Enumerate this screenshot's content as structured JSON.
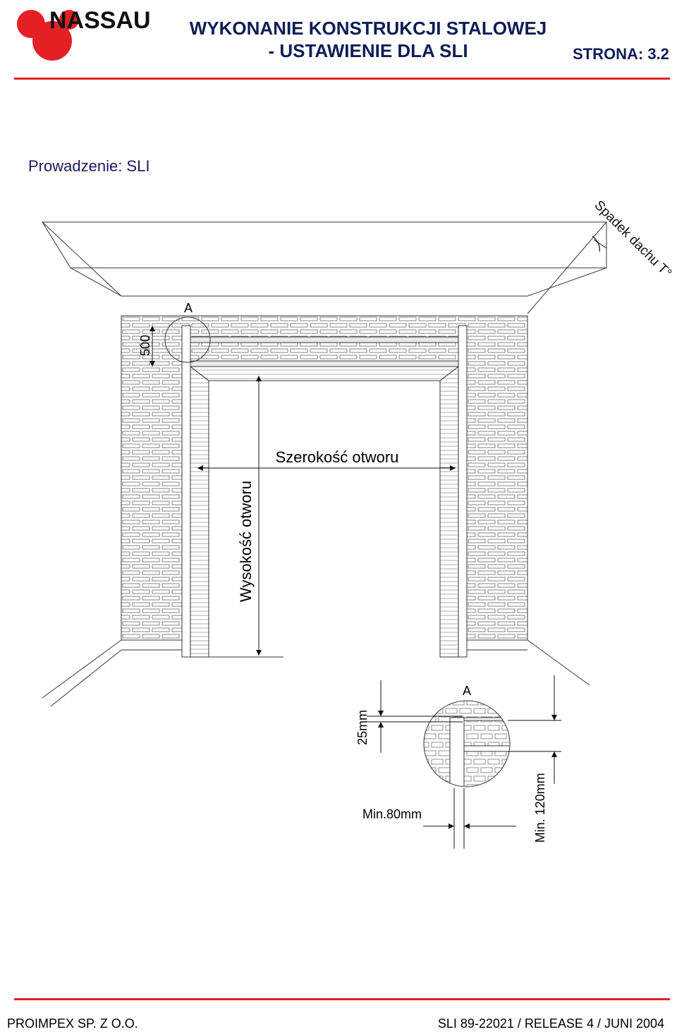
{
  "header": {
    "brand": "NASSAU",
    "title_line1": "WYKONANIE KONSTRUKCJI STALOWEJ",
    "title_line2": "- USTAWIENIE DLA SLI",
    "page_label": "STRONA: 3.2"
  },
  "subtitle": "Prowadzenie: SLI",
  "drawing": {
    "roof_slope_label": "Spadek dachu T°",
    "detail_marker": "A",
    "dim_500": "500",
    "width_label": "Szerokość otworu",
    "height_label": "Wysokość otworu",
    "detail": {
      "marker": "A",
      "dim_25": "25mm",
      "dim_min80": "Min.80mm",
      "dim_min120": "Min. 120mm"
    }
  },
  "colors": {
    "accent_red": "#e32024",
    "title_blue": "#0f1d57",
    "line": "#222222"
  },
  "footer": {
    "company": "PROIMPEX SP. Z O.O.",
    "release": "SLI 89-22021 / RELEASE 4 / JUNI 2004"
  }
}
